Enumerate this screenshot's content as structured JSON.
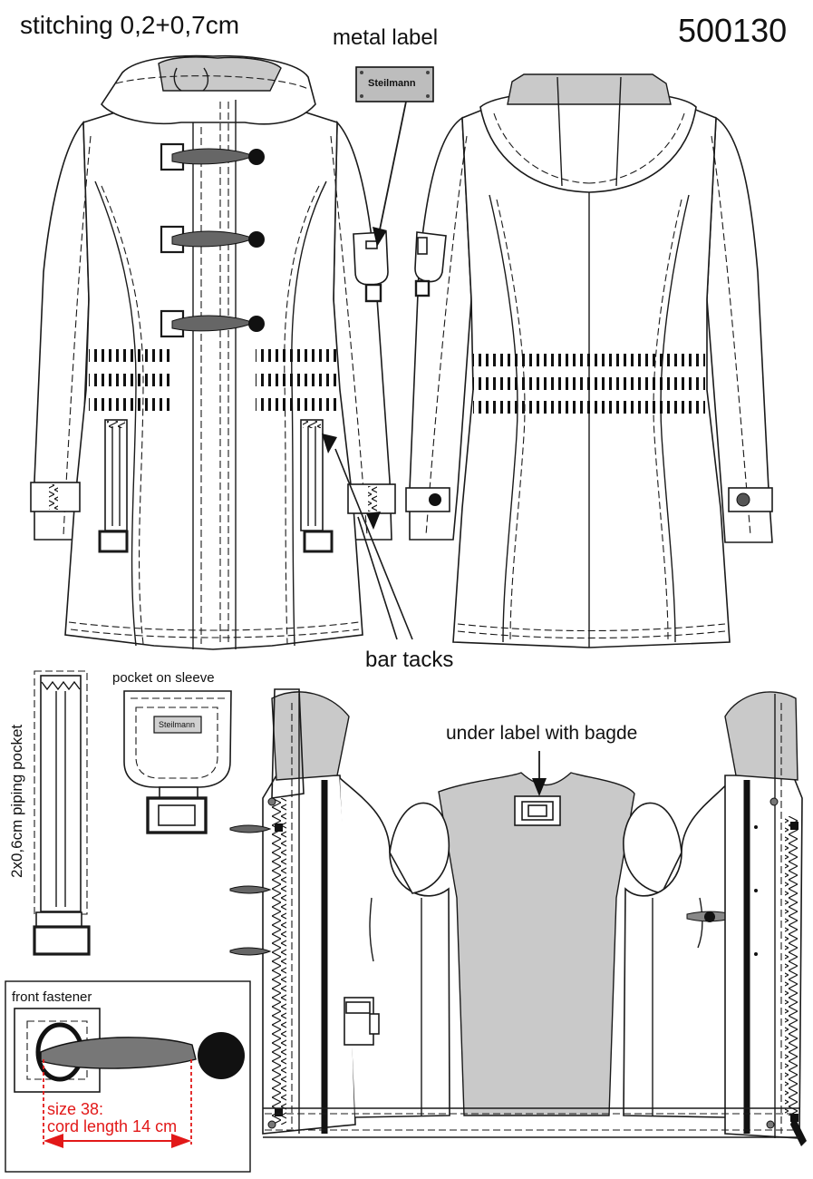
{
  "header": {
    "stitching_note": "stitching 0,2+0,7cm",
    "style_number": "500130"
  },
  "callouts": {
    "metal_label": "metal label",
    "bar_tacks": "bar tacks",
    "under_label": "under label with bagde",
    "pocket_on_sleeve": "pocket on sleeve",
    "piping_pocket": "2x0,6cm piping pocket",
    "front_fastener": "front fastener"
  },
  "labels": {
    "brand_plate": "Steilmann",
    "pocket_badge": "Steilmann"
  },
  "cord_note": {
    "line1": "size 38:",
    "line2": "cord length 14 cm"
  },
  "colors": {
    "lining": "#c9c9c9",
    "outline": "#1a1a1a",
    "measure": "#e21818"
  }
}
